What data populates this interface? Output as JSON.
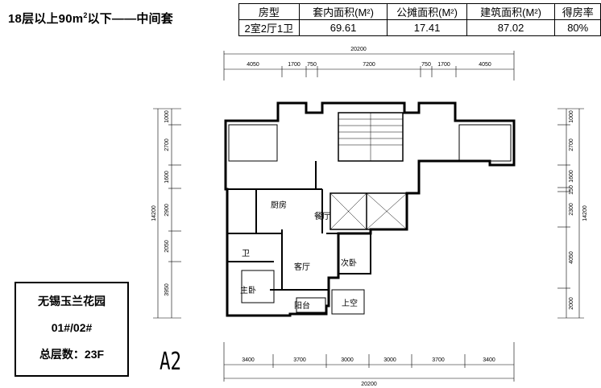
{
  "headline": {
    "prefix": "18层以上90m",
    "sup": "2",
    "suffix": "以下——中间套"
  },
  "spec_table": {
    "headers": [
      "房型",
      "套内面积(M²)",
      "公摊面积(M²)",
      "建筑面积(M²)",
      "得房率"
    ],
    "row": [
      "2室2厅1卫",
      "69.61",
      "17.41",
      "87.02",
      "80%"
    ]
  },
  "project": {
    "name": "无锡玉兰花园",
    "building": "01#/02#",
    "floors": "总层数：23F"
  },
  "model_label": "A2",
  "dimensions": {
    "top_total": "20200",
    "top": [
      "4050",
      "1700",
      "750",
      "7200",
      "750",
      "1700",
      "4050"
    ],
    "bottom_total": "20200",
    "bottom": [
      "3400",
      "3700",
      "3000",
      "3000",
      "3700",
      "3400"
    ],
    "left_total": "14200",
    "left": [
      "1000",
      "2700",
      "1600",
      "2900",
      "2050",
      "3950"
    ],
    "right_total": "14200",
    "right": [
      "1000",
      "2700",
      "1600",
      "150",
      "2300",
      "4050",
      "2000"
    ]
  },
  "rooms": {
    "kitchen": "厨房",
    "dining": "餐厅",
    "bathroom": "卫",
    "living": "客厅",
    "second_bedroom": "次卧",
    "master_bedroom": "主卧",
    "balcony": "阳台",
    "void": "上空"
  }
}
